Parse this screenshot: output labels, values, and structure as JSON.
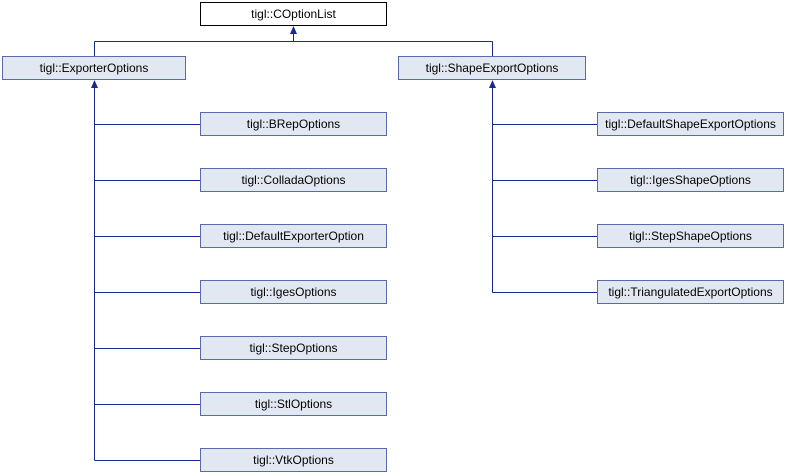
{
  "diagram": {
    "root": {
      "label": "tigl::COptionList"
    },
    "groups": [
      {
        "label": "tigl::ExporterOptions",
        "children": [
          "tigl::BRepOptions",
          "tigl::ColladaOptions",
          "tigl::DefaultExporterOption",
          "tigl::IgesOptions",
          "tigl::StepOptions",
          "tigl::StlOptions",
          "tigl::VtkOptions"
        ]
      },
      {
        "label": "tigl::ShapeExportOptions",
        "children": [
          "tigl::DefaultShapeExportOptions",
          "tigl::IgesShapeOptions",
          "tigl::StepShapeOptions",
          "tigl::TriangulatedExportOptions"
        ]
      }
    ]
  },
  "colors": {
    "node_fill": "#e2e8f2",
    "node_border": "#5a6aa8",
    "root_fill": "#ffffff",
    "root_border": "#000000",
    "edge": "#1a2a8a"
  }
}
